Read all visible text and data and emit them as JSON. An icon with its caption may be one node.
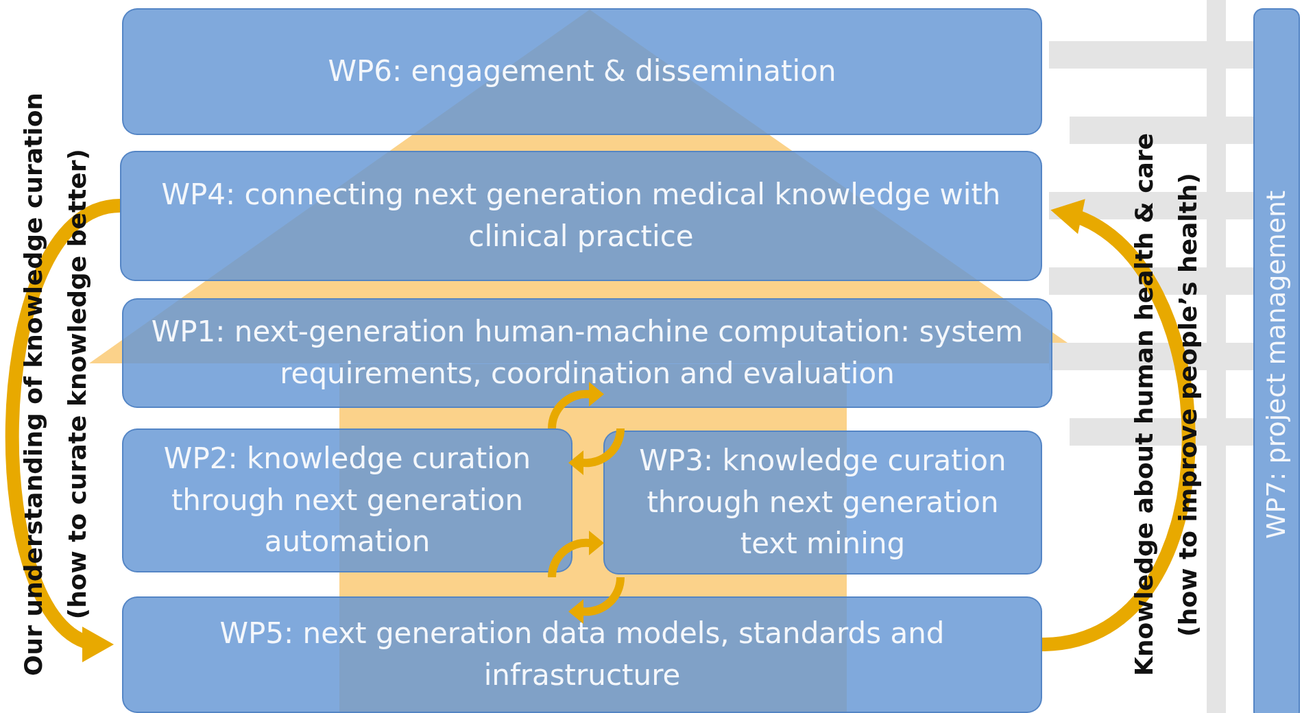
{
  "diagram": {
    "nodes": [
      {
        "text": [
          "WP6: engagement & dissemination"
        ]
      },
      {
        "text": [
          "WP4: connecting next generation medical knowledge with clinical practice"
        ]
      },
      {
        "text": [
          "WP1: next-generation human-machine computation: system requirements, coordination and evaluation"
        ]
      },
      {
        "text": [
          "WP2: knowledge curation through next generation automation"
        ]
      },
      {
        "text": [
          "WP3: knowledge curation through next generation text mining"
        ]
      },
      {
        "text": [
          "WP5: next generation data models, standards and infrastructure"
        ]
      },
      {
        "text": [
          "WP7: project management"
        ]
      }
    ],
    "edges": [
      {
        "from": 1,
        "to": 5,
        "arrow": "to"
      },
      {
        "from": 5,
        "to": 1,
        "arrow": "to"
      }
    ],
    "labels": [
      "Our understanding of knowledge curation",
      "(how to curate knowledge better)",
      "Knowledge about human health & care",
      "(how to improve people’s health)"
    ]
  }
}
